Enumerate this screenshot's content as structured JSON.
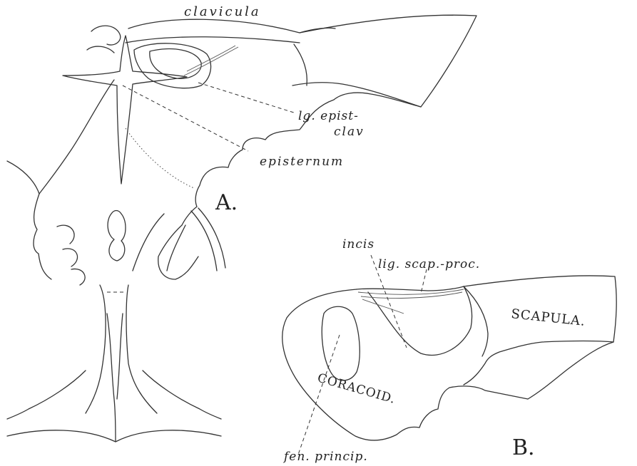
{
  "figure_a": {
    "label_clavicula": "clavicula",
    "label_lg_epist_line1": "lg. epist-",
    "label_lg_epist_line2": "clav",
    "label_episternum": "episternum",
    "panel_letter": "A."
  },
  "figure_b": {
    "label_incis": "incis",
    "label_lig_scap_proc": "lig. scap.-proc.",
    "label_scapula": "SCAPULA.",
    "label_coracoid": "CORACOID.",
    "label_fen_princip": "fen. princip.",
    "panel_letter": "B."
  }
}
